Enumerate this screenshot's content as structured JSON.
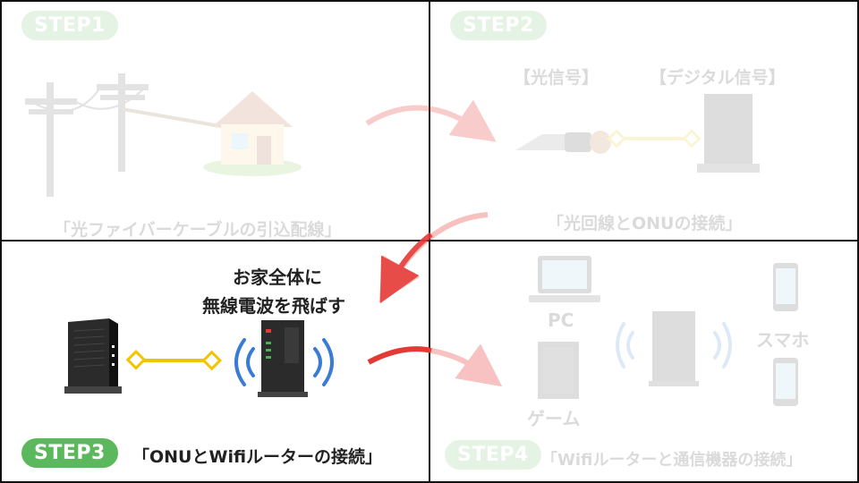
{
  "steps": {
    "step1": {
      "label": "STEP1",
      "caption": "「光ファイバーケーブルの引込配線」"
    },
    "step2": {
      "label": "STEP2",
      "caption": "「光回線とONUの接続」",
      "signal_optical": "【光信号】",
      "signal_digital": "【デジタル信号】"
    },
    "step3": {
      "label": "STEP3",
      "caption": "「ONUとWifiルーターの接続」",
      "note_line1": "お家全体に",
      "note_line2": "無線電波を飛ばす"
    },
    "step4": {
      "label": "STEP4",
      "caption": "「Wifiルーターと通信機器の接続」",
      "pc": "PC",
      "game": "ゲーム",
      "smartphone": "スマホ"
    }
  },
  "colors": {
    "step_badge": "#5cb85c",
    "arrow": "#e53935",
    "cable": "#f2c400",
    "wifi": "#3a7bd5",
    "frame": "#111111"
  }
}
